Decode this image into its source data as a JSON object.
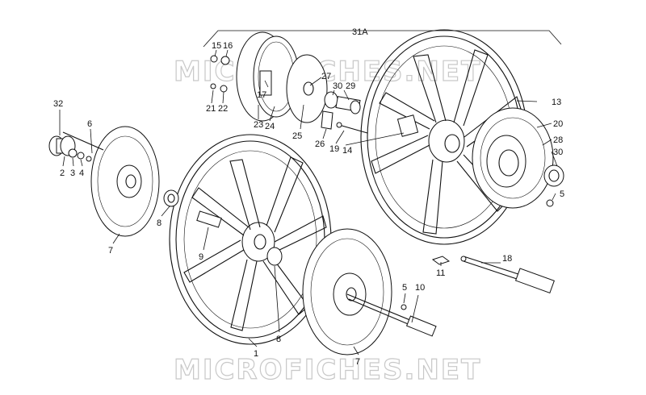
{
  "watermark": {
    "top": "MICROFICHES.NET",
    "bottom": "MICROFICHES.NET"
  },
  "labels": {
    "l31A": "31A",
    "l15": "15",
    "l16": "16",
    "l17": "17",
    "l21": "21",
    "l22": "22",
    "l23": "23",
    "l24": "24",
    "l25": "25",
    "l26": "26",
    "l27": "27",
    "l30a": "30",
    "l29": "29",
    "l19": "19",
    "l14": "14",
    "l13": "13",
    "l20": "20",
    "l28": "28",
    "l30b": "30",
    "l5a": "5",
    "l32": "32",
    "l6": "6",
    "l2": "2",
    "l3": "3",
    "l4": "4",
    "l8a": "8",
    "l7a": "7",
    "l9": "9",
    "l8b": "8",
    "l1": "1",
    "l7b": "7",
    "l5b": "5",
    "l10": "10",
    "l11": "11",
    "l18": "18"
  }
}
